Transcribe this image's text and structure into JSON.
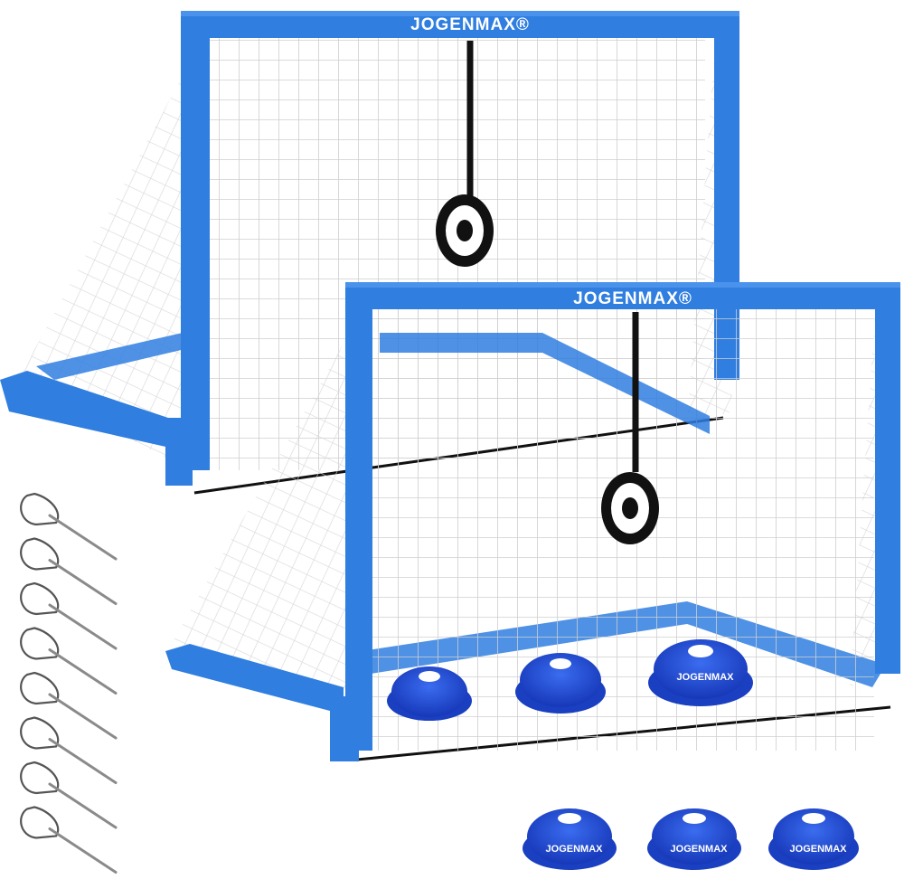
{
  "product": {
    "brand": "JOGENMAX",
    "trademark": "®",
    "goal_count": 2,
    "stake_count": 8,
    "cone_count": 6
  },
  "colors": {
    "frame_blue": "#2f7ee0",
    "frame_blue_dark": "#1f63c4",
    "cone_blue": "#1f4fd6",
    "net": "#d8d8d8",
    "target_black": "#111111",
    "stake_metal": "#8a8a8a"
  },
  "icons": {
    "target": "bullseye-target-icon",
    "stake": "ground-stake-icon",
    "cone": "disc-cone-icon"
  }
}
